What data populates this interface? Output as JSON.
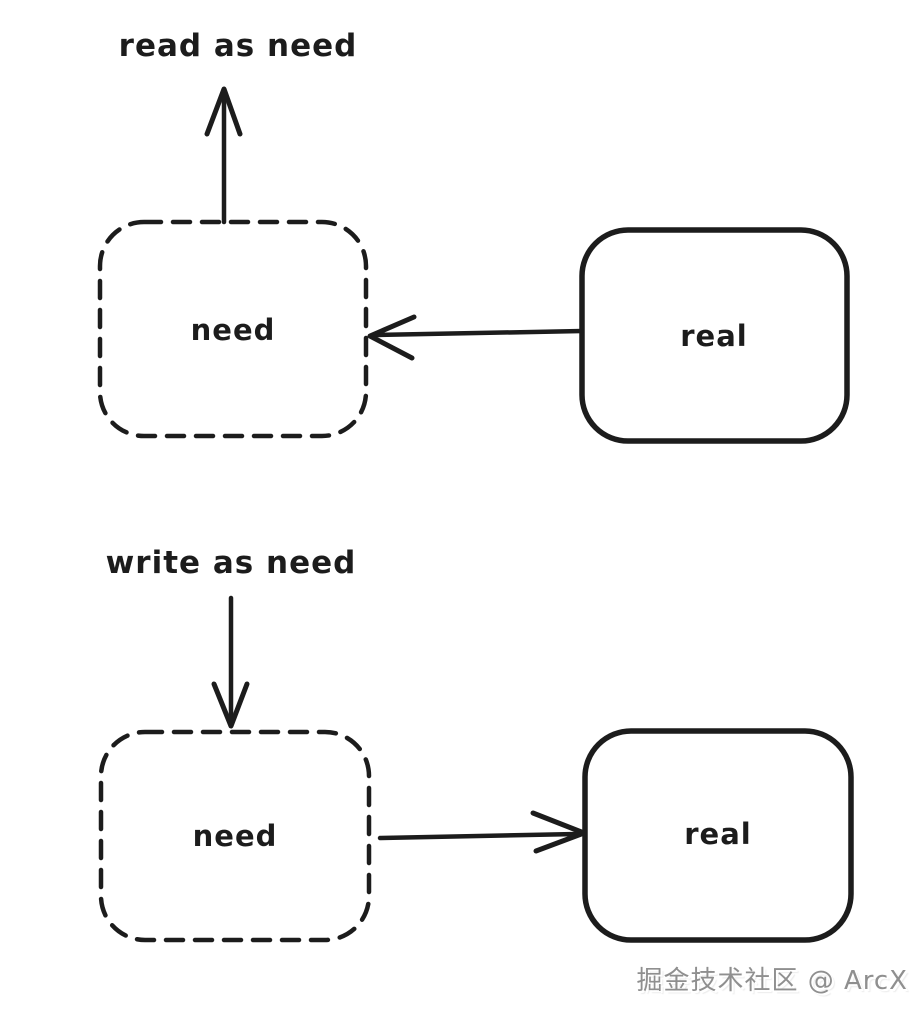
{
  "colors": {
    "background": "#ffffff",
    "ink": "#1c1c1c",
    "watermark_gray": "#8f8f8f"
  },
  "diagram": {
    "read_flow": {
      "caption": "read as need",
      "need_label": "need",
      "real_label": "real"
    },
    "write_flow": {
      "caption": "write as need",
      "need_label": "need",
      "real_label": "real"
    },
    "watermark": "掘金技术社区 @ ArcX"
  }
}
